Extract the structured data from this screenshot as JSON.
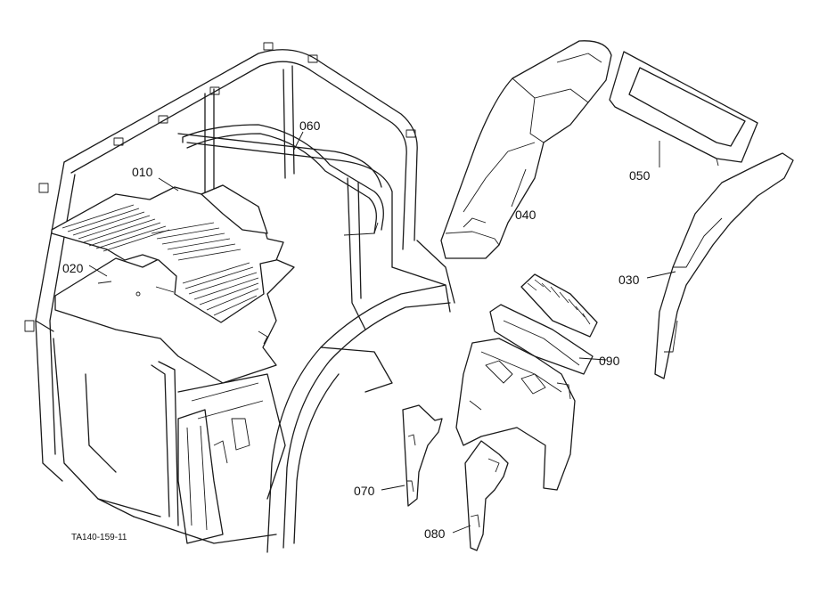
{
  "parts": [
    {
      "id": "010",
      "label": "010"
    },
    {
      "id": "020",
      "label": "020"
    },
    {
      "id": "030",
      "label": "030"
    },
    {
      "id": "040",
      "label": "040"
    },
    {
      "id": "050",
      "label": "050"
    },
    {
      "id": "060",
      "label": "060"
    },
    {
      "id": "070",
      "label": "070"
    },
    {
      "id": "080",
      "label": "080"
    },
    {
      "id": "090",
      "label": "090"
    }
  ],
  "reference_code": "TA140-159-11"
}
